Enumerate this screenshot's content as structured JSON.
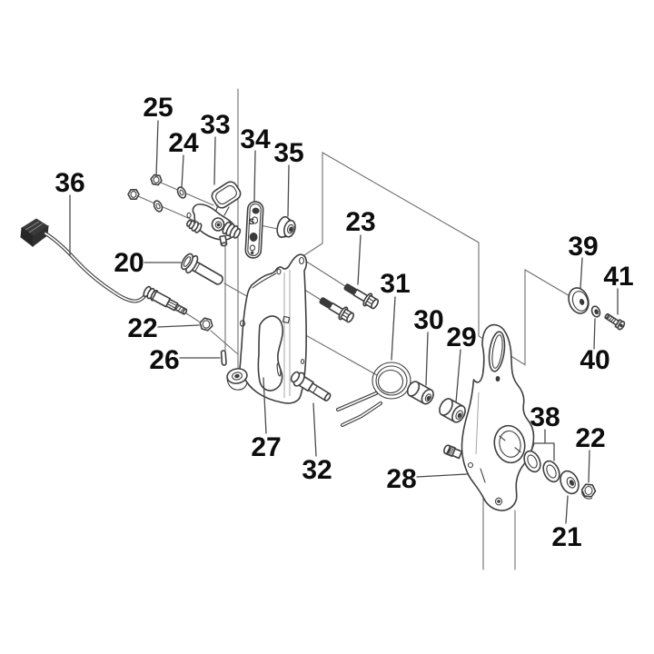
{
  "figure": {
    "kind": "exploded-parts-diagram",
    "background_color": "#ffffff",
    "line_color": "#3f3f3f",
    "label_color": "#0d0d0d"
  },
  "parts": {
    "bracket_marking": "S"
  },
  "callouts": [
    {
      "text": "25"
    },
    {
      "text": "24"
    },
    {
      "text": "33"
    },
    {
      "text": "34"
    },
    {
      "text": "35"
    },
    {
      "text": "36"
    },
    {
      "text": "20"
    },
    {
      "text": "23"
    },
    {
      "text": "31"
    },
    {
      "text": "30"
    },
    {
      "text": "29"
    },
    {
      "text": "39"
    },
    {
      "text": "41"
    },
    {
      "text": "40"
    },
    {
      "text": "22"
    },
    {
      "text": "26"
    },
    {
      "text": "27"
    },
    {
      "text": "32"
    },
    {
      "text": "28"
    },
    {
      "text": "38"
    },
    {
      "text": "22"
    },
    {
      "text": "21"
    }
  ]
}
